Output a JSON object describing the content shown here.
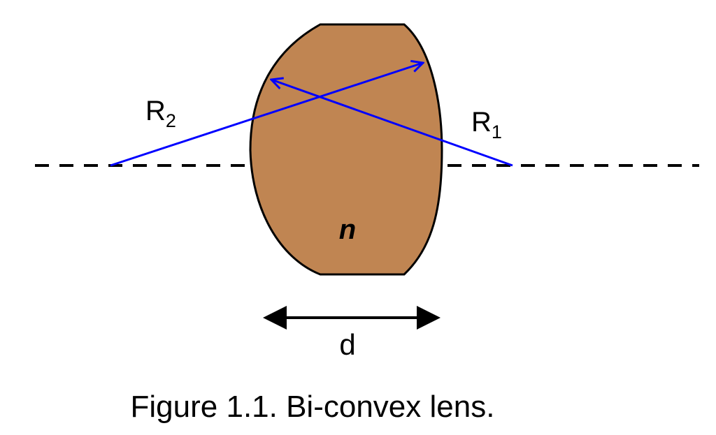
{
  "diagram": {
    "labels": {
      "r2_main": "R",
      "r2_sub": "2",
      "r1_main": "R",
      "r1_sub": "1",
      "refractive_index": "n",
      "thickness": "d"
    },
    "caption": "Figure 1.1. Bi-convex lens."
  },
  "colors": {
    "lens_fill": "#C08552",
    "lens_stroke": "#000000",
    "radius_lines": "#0000FF",
    "axis": "#000000",
    "thickness_arrow": "#000000"
  }
}
